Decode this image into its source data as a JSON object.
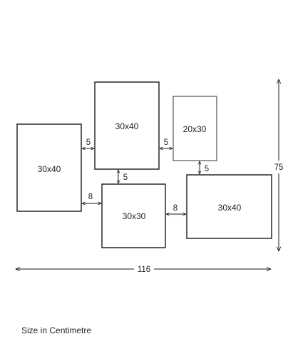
{
  "frames": {
    "left": "30x40",
    "top_center": "30x40",
    "top_right": "20x30",
    "bottom_center": "30x30",
    "bottom_right": "30x40"
  },
  "gaps": {
    "left_to_top_center": "5",
    "top_center_to_top_right": "5",
    "top_center_to_bottom_center": "5",
    "top_right_to_bottom_right": "5",
    "left_to_bottom_center": "8",
    "bottom_center_to_bottom_right": "8"
  },
  "overall": {
    "width": "116",
    "height": "75"
  },
  "caption": "Size in Centimetre"
}
